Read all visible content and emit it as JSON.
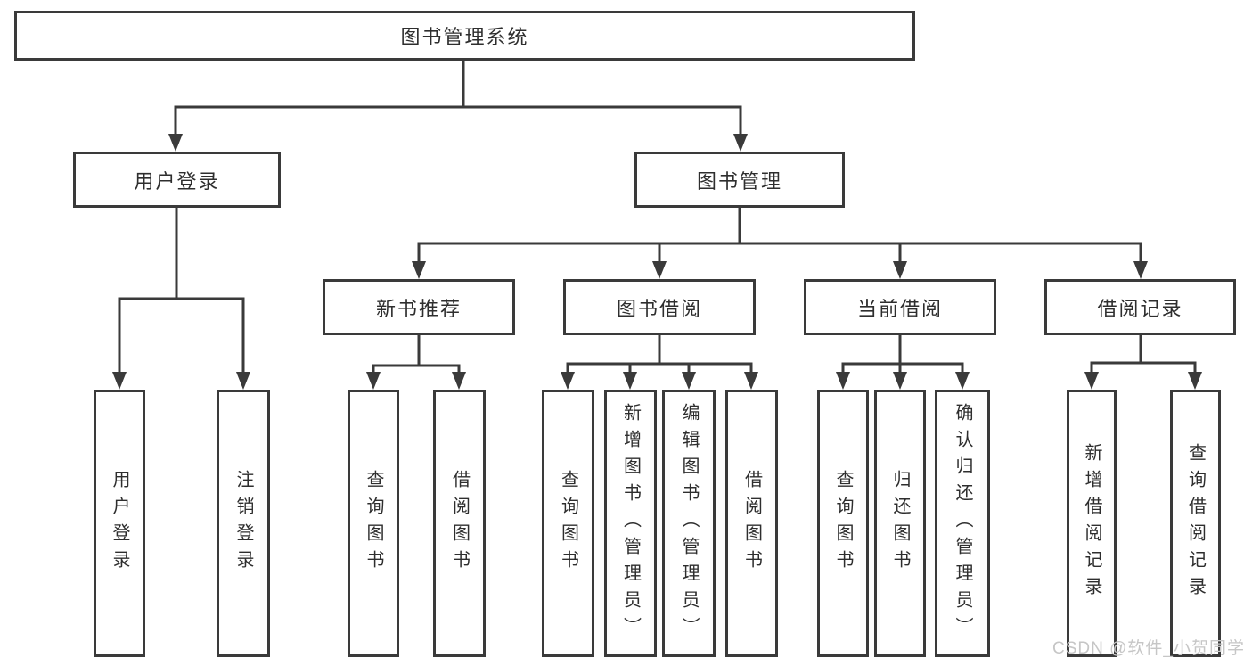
{
  "diagram": {
    "root": {
      "label": "图书管理系统",
      "children": [
        {
          "label": "用户登录",
          "children": [
            {
              "label": "用户登录"
            },
            {
              "label": "注销登录"
            }
          ]
        },
        {
          "label": "图书管理",
          "children": [
            {
              "label": "新书推荐",
              "children": [
                {
                  "label": "查询图书"
                },
                {
                  "label": "借阅图书"
                }
              ]
            },
            {
              "label": "图书借阅",
              "children": [
                {
                  "label": "查询图书"
                },
                {
                  "label": "新增图书（管理员）"
                },
                {
                  "label": "编辑图书（管理员）"
                },
                {
                  "label": "借阅图书"
                }
              ]
            },
            {
              "label": "当前借阅",
              "children": [
                {
                  "label": "查询图书"
                },
                {
                  "label": "归还图书"
                },
                {
                  "label": "确认归还（管理员）"
                }
              ]
            },
            {
              "label": "借阅记录",
              "children": [
                {
                  "label": "新增借阅记录"
                },
                {
                  "label": "查询借阅记录"
                }
              ]
            }
          ]
        }
      ]
    }
  },
  "watermark": {
    "text": "CSDN @软件_小贺同学"
  },
  "colors": {
    "line": "#3a3a3a",
    "text": "#2e2e2e",
    "background": "#ffffff",
    "watermark": "#c6c6c6"
  }
}
